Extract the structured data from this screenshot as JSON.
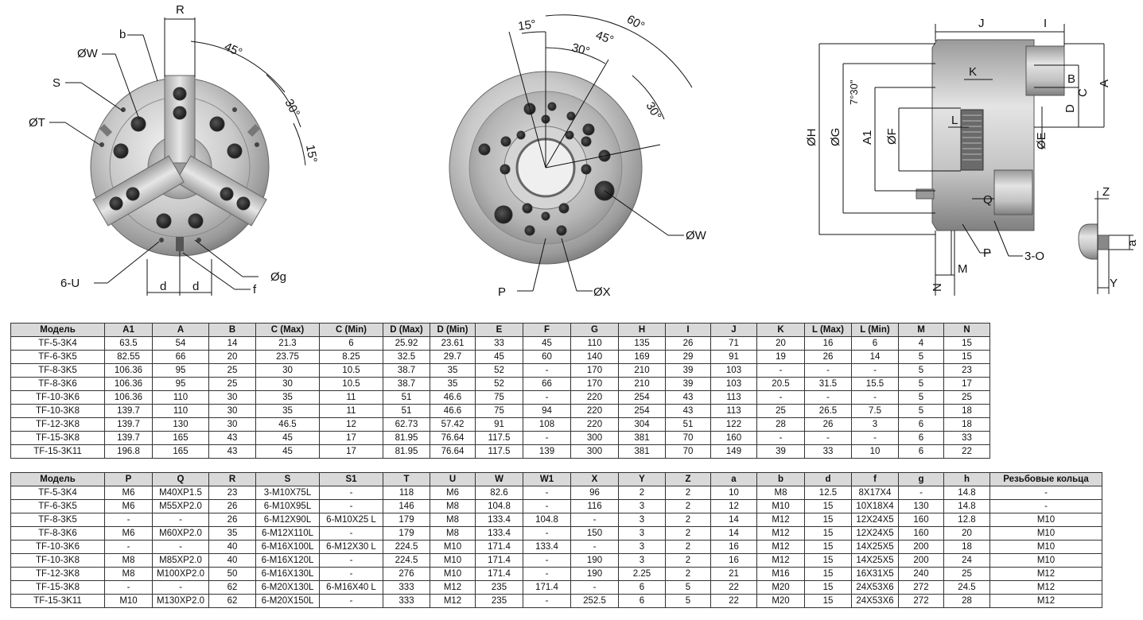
{
  "drawing": {
    "front_view": {
      "labels": {
        "R": "R",
        "b": "b",
        "W": "ØW",
        "S": "S",
        "T": "ØT",
        "U": "6-U",
        "d1": "d",
        "d2": "d",
        "f": "f",
        "g": "Øg",
        "a45": "45°",
        "a30": "30°",
        "a15": "15°"
      }
    },
    "back_view": {
      "labels": {
        "a15": "15°",
        "a30": "30°",
        "a45": "45°",
        "a60": "60°",
        "a30b": "30°",
        "W": "ØW",
        "P": "P",
        "X": "ØX"
      }
    },
    "side_view": {
      "labels": {
        "J": "J",
        "I": "I",
        "B": "B",
        "A": "A",
        "C": "C",
        "D": "D",
        "K": "K",
        "L": "L",
        "H": "ØH",
        "G": "ØG",
        "A1": "A1",
        "F": "ØF",
        "E": "ØE",
        "angle": "7°30\"",
        "Q": "Q",
        "P": "P",
        "O": "3-O",
        "M": "M",
        "N": "N"
      }
    },
    "detail_view": {
      "labels": {
        "Z": "Z",
        "a": "a",
        "Y": "Y"
      }
    }
  },
  "table1": {
    "headers": [
      "Модель",
      "A1",
      "A",
      "B",
      "C (Max)",
      "C (Min)",
      "D (Max)",
      "D (Min)",
      "E",
      "F",
      "G",
      "H",
      "I",
      "J",
      "K",
      "L (Max)",
      "L (Min)",
      "M",
      "N"
    ],
    "rows": [
      [
        "TF-5-3K4",
        "63.5",
        "54",
        "14",
        "21.3",
        "6",
        "25.92",
        "23.61",
        "33",
        "45",
        "110",
        "135",
        "26",
        "71",
        "20",
        "16",
        "6",
        "4",
        "15"
      ],
      [
        "TF-6-3K5",
        "82.55",
        "66",
        "20",
        "23.75",
        "8.25",
        "32.5",
        "29.7",
        "45",
        "60",
        "140",
        "169",
        "29",
        "91",
        "19",
        "26",
        "14",
        "5",
        "15"
      ],
      [
        "TF-8-3K5",
        "106.36",
        "95",
        "25",
        "30",
        "10.5",
        "38.7",
        "35",
        "52",
        "-",
        "170",
        "210",
        "39",
        "103",
        "-",
        "-",
        "-",
        "5",
        "23"
      ],
      [
        "TF-8-3K6",
        "106.36",
        "95",
        "25",
        "30",
        "10.5",
        "38.7",
        "35",
        "52",
        "66",
        "170",
        "210",
        "39",
        "103",
        "20.5",
        "31.5",
        "15.5",
        "5",
        "17"
      ],
      [
        "TF-10-3K6",
        "106.36",
        "110",
        "30",
        "35",
        "11",
        "51",
        "46.6",
        "75",
        "-",
        "220",
        "254",
        "43",
        "113",
        "-",
        "-",
        "-",
        "5",
        "25"
      ],
      [
        "TF-10-3K8",
        "139.7",
        "110",
        "30",
        "35",
        "11",
        "51",
        "46.6",
        "75",
        "94",
        "220",
        "254",
        "43",
        "113",
        "25",
        "26.5",
        "7.5",
        "5",
        "18"
      ],
      [
        "TF-12-3K8",
        "139.7",
        "130",
        "30",
        "46.5",
        "12",
        "62.73",
        "57.42",
        "91",
        "108",
        "220",
        "304",
        "51",
        "122",
        "28",
        "26",
        "3",
        "6",
        "18"
      ],
      [
        "TF-15-3K8",
        "139.7",
        "165",
        "43",
        "45",
        "17",
        "81.95",
        "76.64",
        "117.5",
        "-",
        "300",
        "381",
        "70",
        "160",
        "-",
        "-",
        "-",
        "6",
        "33"
      ],
      [
        "TF-15-3K11",
        "196.8",
        "165",
        "43",
        "45",
        "17",
        "81.95",
        "76.64",
        "117.5",
        "139",
        "300",
        "381",
        "70",
        "149",
        "39",
        "33",
        "10",
        "6",
        "22"
      ]
    ]
  },
  "table2": {
    "headers": [
      "Модель",
      "P",
      "Q",
      "R",
      "S",
      "S1",
      "T",
      "U",
      "W",
      "W1",
      "X",
      "Y",
      "Z",
      "a",
      "b",
      "d",
      "f",
      "g",
      "h",
      "Резьбовые кольца"
    ],
    "rows": [
      [
        "TF-5-3K4",
        "M6",
        "M40XP1.5",
        "23",
        "3-M10X75L",
        "-",
        "118",
        "M6",
        "82.6",
        "-",
        "96",
        "2",
        "2",
        "10",
        "M8",
        "12.5",
        "8X17X4",
        "-",
        "14.8",
        "-"
      ],
      [
        "TF-6-3K5",
        "M6",
        "M55XP2.0",
        "26",
        "6-M10X95L",
        "-",
        "146",
        "M8",
        "104.8",
        "-",
        "116",
        "3",
        "2",
        "12",
        "M10",
        "15",
        "10X18X4",
        "130",
        "14.8",
        "-"
      ],
      [
        "TF-8-3K5",
        "-",
        "-",
        "26",
        "6-M12X90L",
        "6-M10X25 L",
        "179",
        "M8",
        "133.4",
        "104.8",
        "-",
        "3",
        "2",
        "14",
        "M12",
        "15",
        "12X24X5",
        "160",
        "12.8",
        "M10"
      ],
      [
        "TF-8-3K6",
        "M6",
        "M60XP2.0",
        "35",
        "6-M12X110L",
        "-",
        "179",
        "M8",
        "133.4",
        "-",
        "150",
        "3",
        "2",
        "14",
        "M12",
        "15",
        "12X24X5",
        "160",
        "20",
        "M10"
      ],
      [
        "TF-10-3K6",
        "-",
        "-",
        "40",
        "6-M16X100L",
        "6-M12X30 L",
        "224.5",
        "M10",
        "171.4",
        "133.4",
        "-",
        "3",
        "2",
        "16",
        "M12",
        "15",
        "14X25X5",
        "200",
        "18",
        "M10"
      ],
      [
        "TF-10-3K8",
        "M8",
        "M85XP2.0",
        "40",
        "6-M16X120L",
        "-",
        "224.5",
        "M10",
        "171.4",
        "-",
        "190",
        "3",
        "2",
        "16",
        "M12",
        "15",
        "14X25X5",
        "200",
        "24",
        "M10"
      ],
      [
        "TF-12-3K8",
        "M8",
        "M100XP2.0",
        "50",
        "6-M16X130L",
        "-",
        "276",
        "M10",
        "171.4",
        "-",
        "190",
        "2.25",
        "2",
        "21",
        "M16",
        "15",
        "16X31X5",
        "240",
        "25",
        "M12"
      ],
      [
        "TF-15-3K8",
        "-",
        "-",
        "62",
        "6-M20X130L",
        "6-M16X40 L",
        "333",
        "M12",
        "235",
        "171.4",
        "-",
        "6",
        "5",
        "22",
        "M20",
        "15",
        "24X53X6",
        "272",
        "24.5",
        "M12"
      ],
      [
        "TF-15-3K11",
        "M10",
        "M130XP2.0",
        "62",
        "6-M20X150L",
        "-",
        "333",
        "M12",
        "235",
        "-",
        "252.5",
        "6",
        "5",
        "22",
        "M20",
        "15",
        "24X53X6",
        "272",
        "28",
        "M12"
      ]
    ]
  }
}
